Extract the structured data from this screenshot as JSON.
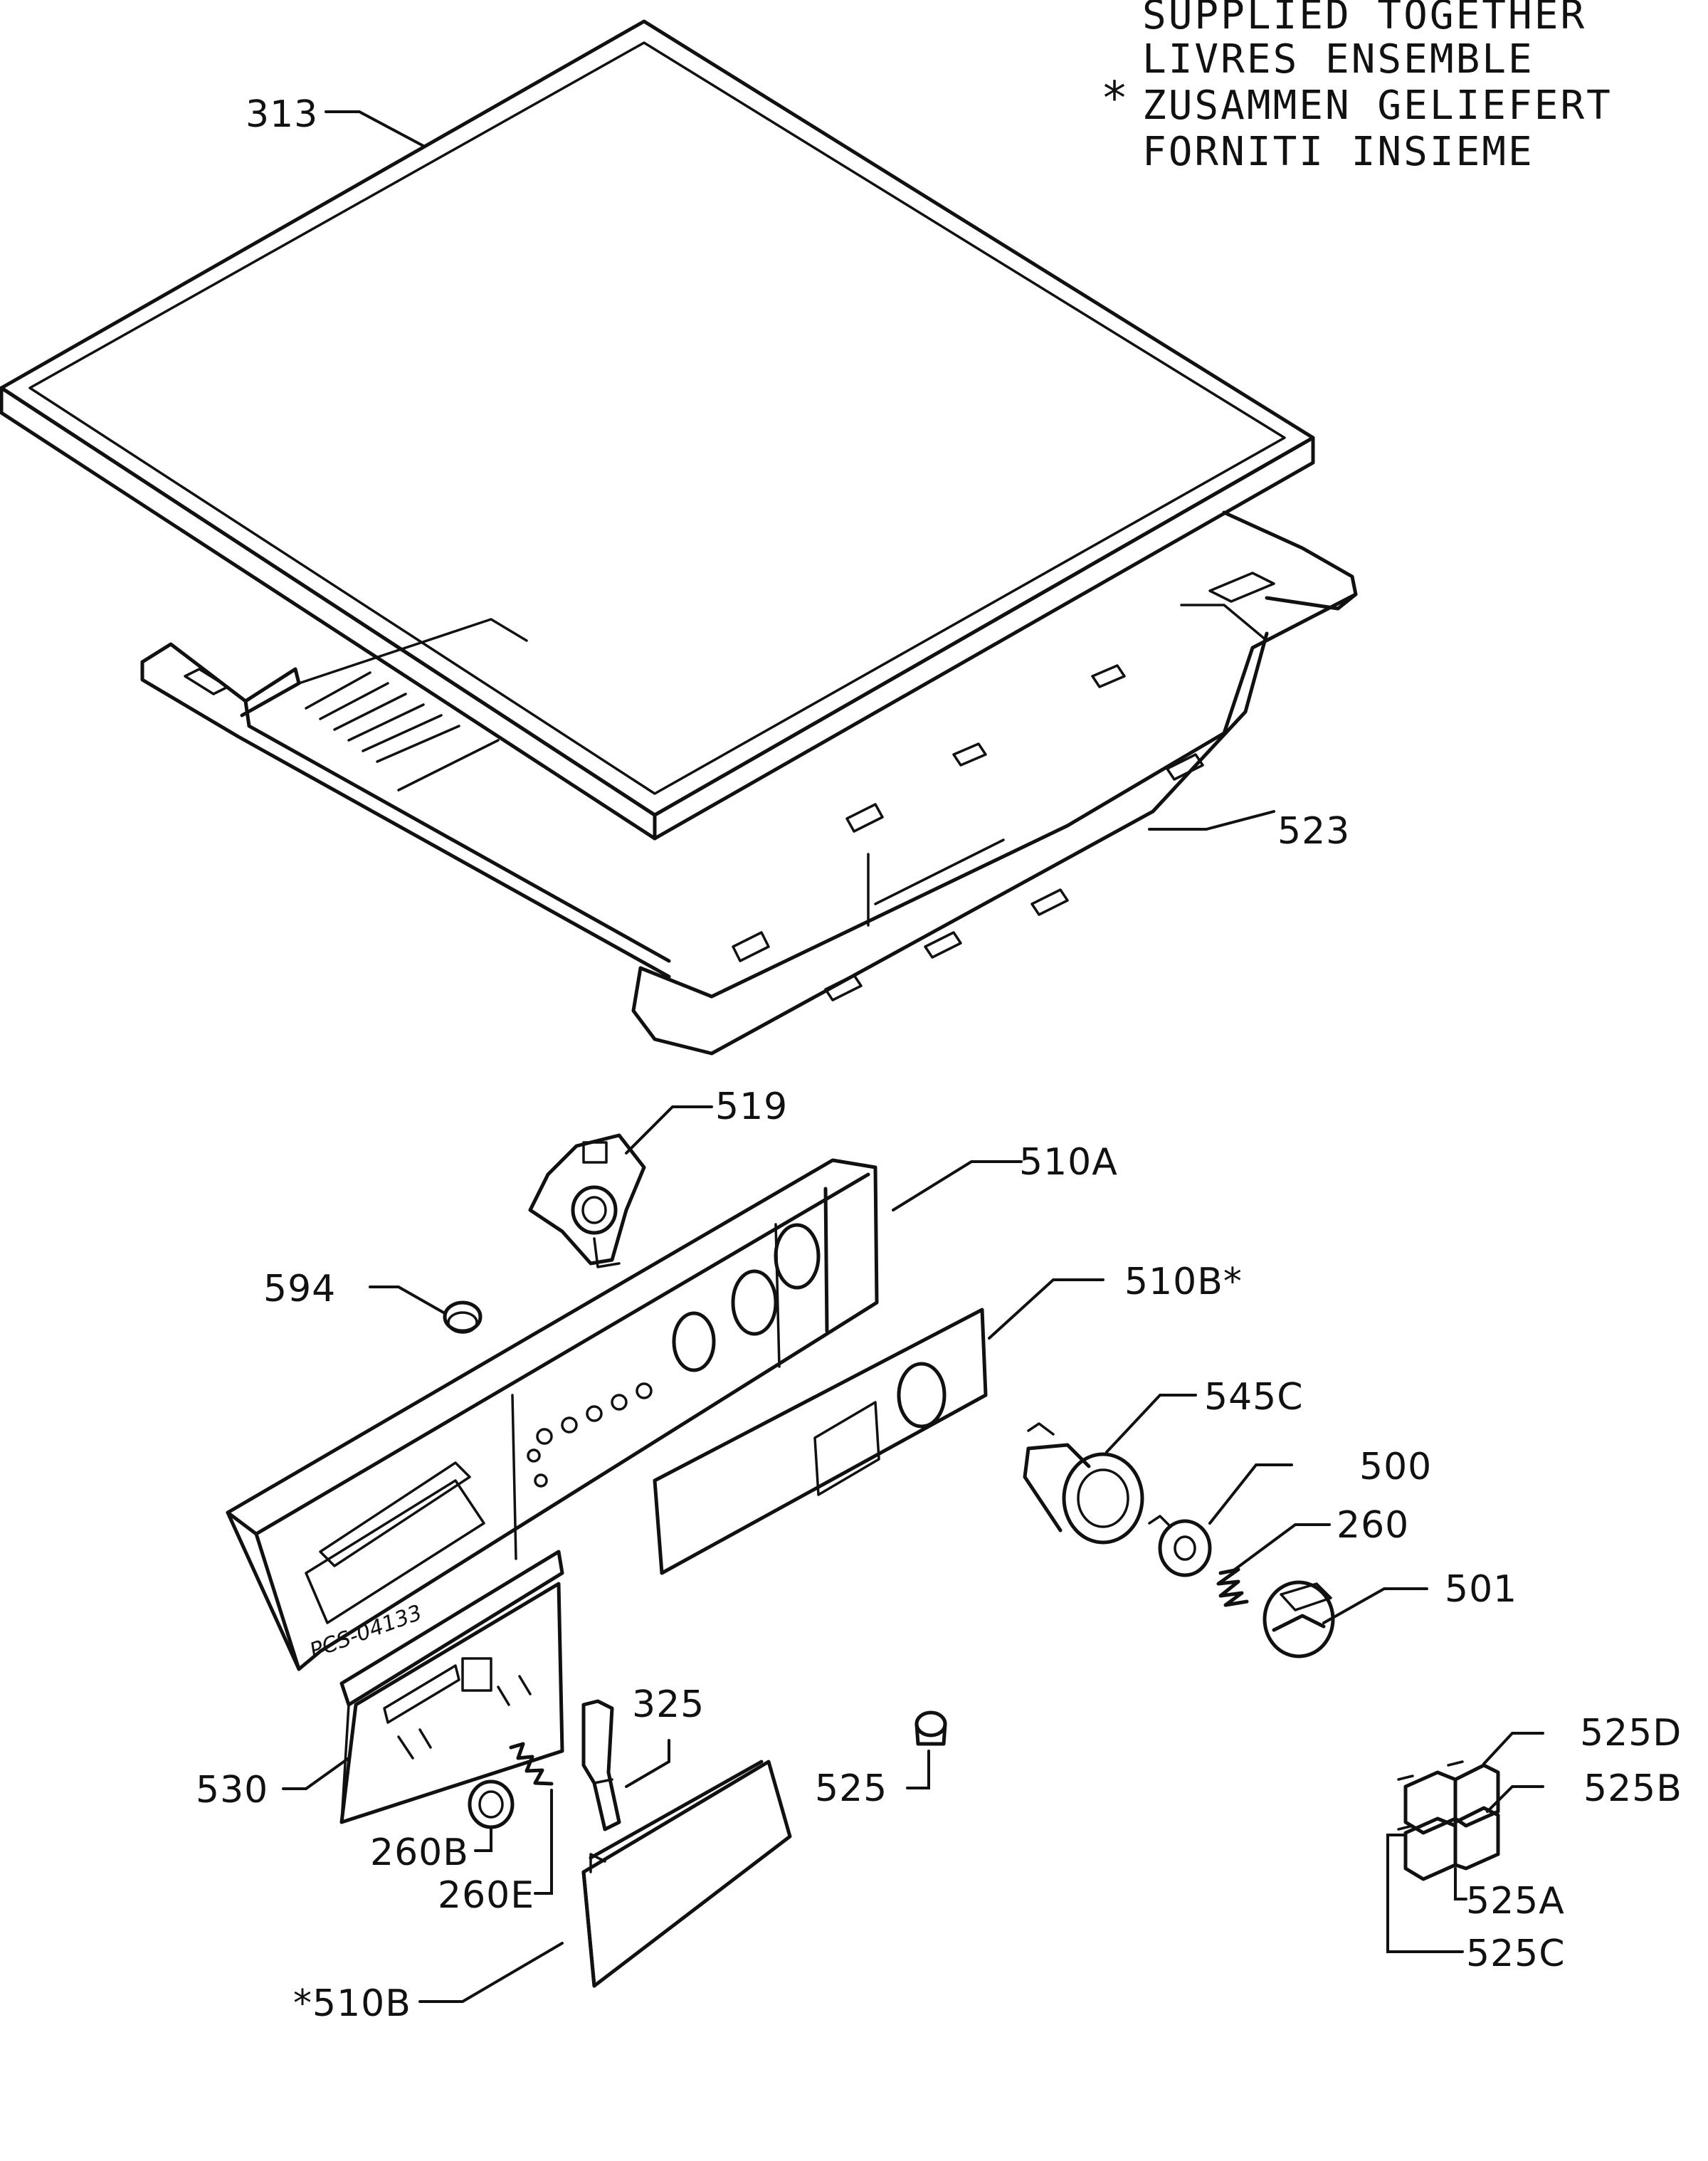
{
  "note": {
    "marker": "*",
    "lines": [
      "SUPPLIED TOGETHER",
      "LIVRES ENSEMBLE",
      "ZUSAMMEN GELIEFERT",
      "FORNITI INSIEME"
    ]
  },
  "panel_code": "PCS-04133",
  "labels": {
    "p313": "313",
    "p523": "523",
    "p519": "519",
    "p510A": "510A",
    "p594": "594",
    "p510B_star": "510B*",
    "p545C": "545C",
    "p500": "500",
    "p260": "260",
    "p501": "501",
    "p325": "325",
    "p525": "525",
    "p525D": "525D",
    "p525B": "525B",
    "p525A": "525A",
    "p525C": "525C",
    "p530": "530",
    "p260B": "260B",
    "p260E": "260E",
    "p510B_front": "*510B"
  }
}
